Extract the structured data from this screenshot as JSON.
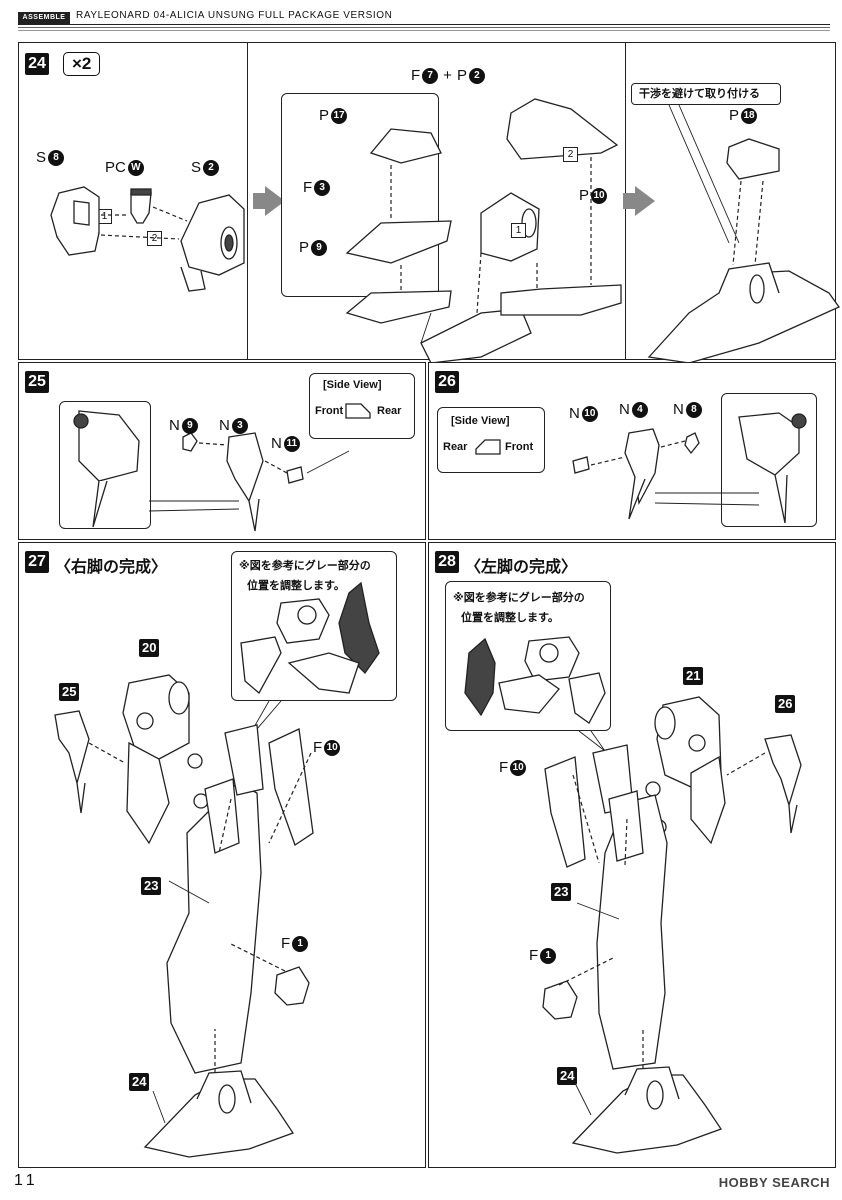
{
  "header": {
    "badge": "ASSEMBLE",
    "title": "RAYLEONARD 04-ALICIA UNSUNG FULL PACKAGE VERSION"
  },
  "step24": {
    "number": "24",
    "multiplier": "×2",
    "labels": {
      "s8_letter": "S",
      "s8_num": "8",
      "pcw_letter": "PC",
      "pcw_num": "W",
      "s2_letter": "S",
      "s2_num": "2",
      "p17_letter": "P",
      "p17_num": "17",
      "f3_letter": "F",
      "f3_num": "3",
      "p9_letter": "P",
      "p9_num": "9",
      "f7_letter": "F",
      "f7_num": "7",
      "plus": "+",
      "p2_letter": "P",
      "p2_num": "2",
      "p10_letter": "P",
      "p10_num": "10",
      "p18_letter": "P",
      "p18_num": "18"
    },
    "order": [
      "1",
      "2"
    ],
    "note": "干渉を避けて取り付ける"
  },
  "step25": {
    "number": "25",
    "side_view_title": "[Side View]",
    "front": "Front",
    "rear": "Rear",
    "n9_letter": "N",
    "n9_num": "9",
    "n3_letter": "N",
    "n3_num": "3",
    "n11_letter": "N",
    "n11_num": "11"
  },
  "step26": {
    "number": "26",
    "side_view_title": "[Side View]",
    "rear": "Rear",
    "front": "Front",
    "n10_letter": "N",
    "n10_num": "10",
    "n4_letter": "N",
    "n4_num": "4",
    "n8_letter": "N",
    "n8_num": "8"
  },
  "step27": {
    "number": "27",
    "title": "〈右脚の完成〉",
    "note_line1": "※図を参考にグレー部分の",
    "note_line2": "位置を調整します。",
    "refs": [
      "20",
      "25",
      "23",
      "24"
    ],
    "f10_letter": "F",
    "f10_num": "10",
    "f1_letter": "F",
    "f1_num": "1"
  },
  "step28": {
    "number": "28",
    "title": "〈左脚の完成〉",
    "note_line1": "※図を参考にグレー部分の",
    "note_line2": "位置を調整します。",
    "refs": [
      "21",
      "26",
      "23",
      "24"
    ],
    "f10_letter": "F",
    "f10_num": "10",
    "f1_letter": "F",
    "f1_num": "1"
  },
  "footer": {
    "page": "11",
    "watermark": "HOBBY SEARCH"
  }
}
